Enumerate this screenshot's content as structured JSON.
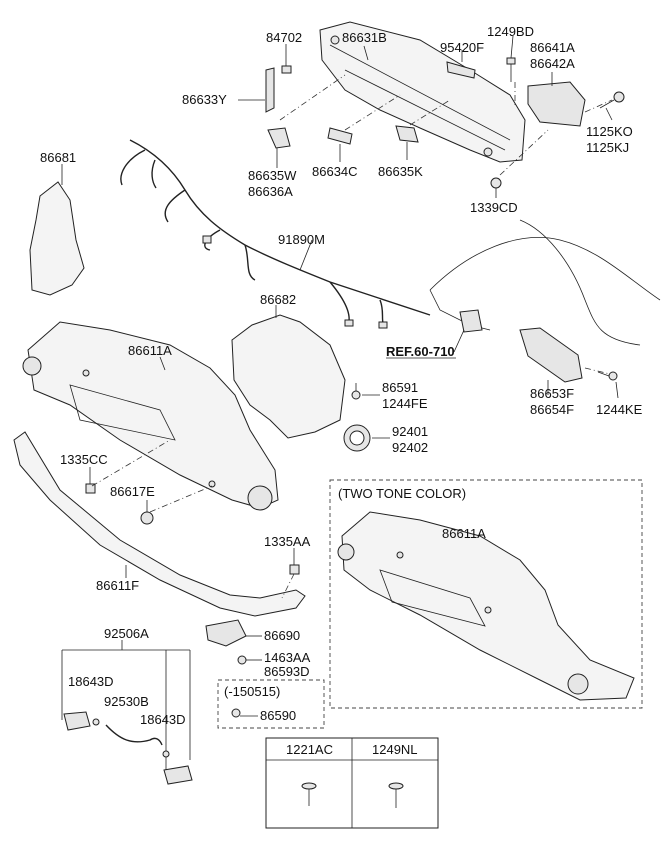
{
  "labels": {
    "p84702": "84702",
    "p86631B": "86631B",
    "p1249BD": "1249BD",
    "p95420F": "95420F",
    "p86641A": "86641A",
    "p86642A": "86642A",
    "p86633Y": "86633Y",
    "p1125KO": "1125KO",
    "p1125KJ": "1125KJ",
    "p86681": "86681",
    "p86635W": "86635W",
    "p86636A": "86636A",
    "p86634C": "86634C",
    "p86635K": "86635K",
    "p1339CD": "1339CD",
    "p91890M": "91890M",
    "p86682": "86682",
    "ref": "REF.60-710",
    "p86611A": "86611A",
    "p86591": "86591",
    "p1244FE": "1244FE",
    "p86653F": "86653F",
    "p86654F": "86654F",
    "p1244KE": "1244KE",
    "p92401": "92401",
    "p92402": "92402",
    "p1335CC": "1335CC",
    "p86617E": "86617E",
    "two_tone": "(TWO TONE COLOR)",
    "p86611A_b": "86611A",
    "p1335AA": "1335AA",
    "p86611F": "86611F",
    "p92506A": "92506A",
    "p86690": "86690",
    "p18643D_a": "18643D",
    "p92530B": "92530B",
    "p18643D_b": "18643D",
    "p1463AA": "1463AA",
    "p86593D": "86593D",
    "date_range": "(-150515)",
    "p86590": "86590"
  },
  "fastener_table": {
    "headers": [
      "1221AC",
      "1249NL"
    ]
  }
}
